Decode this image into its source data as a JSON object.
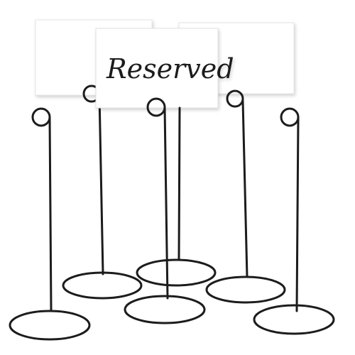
{
  "product": {
    "card_text": "Reserved"
  },
  "colors": {
    "wire": "#1c1c1c",
    "card": "#ffffff",
    "card_edge": "#e4e4e4",
    "background": "#ffffff"
  },
  "holder_count": 6,
  "card_count": 3
}
